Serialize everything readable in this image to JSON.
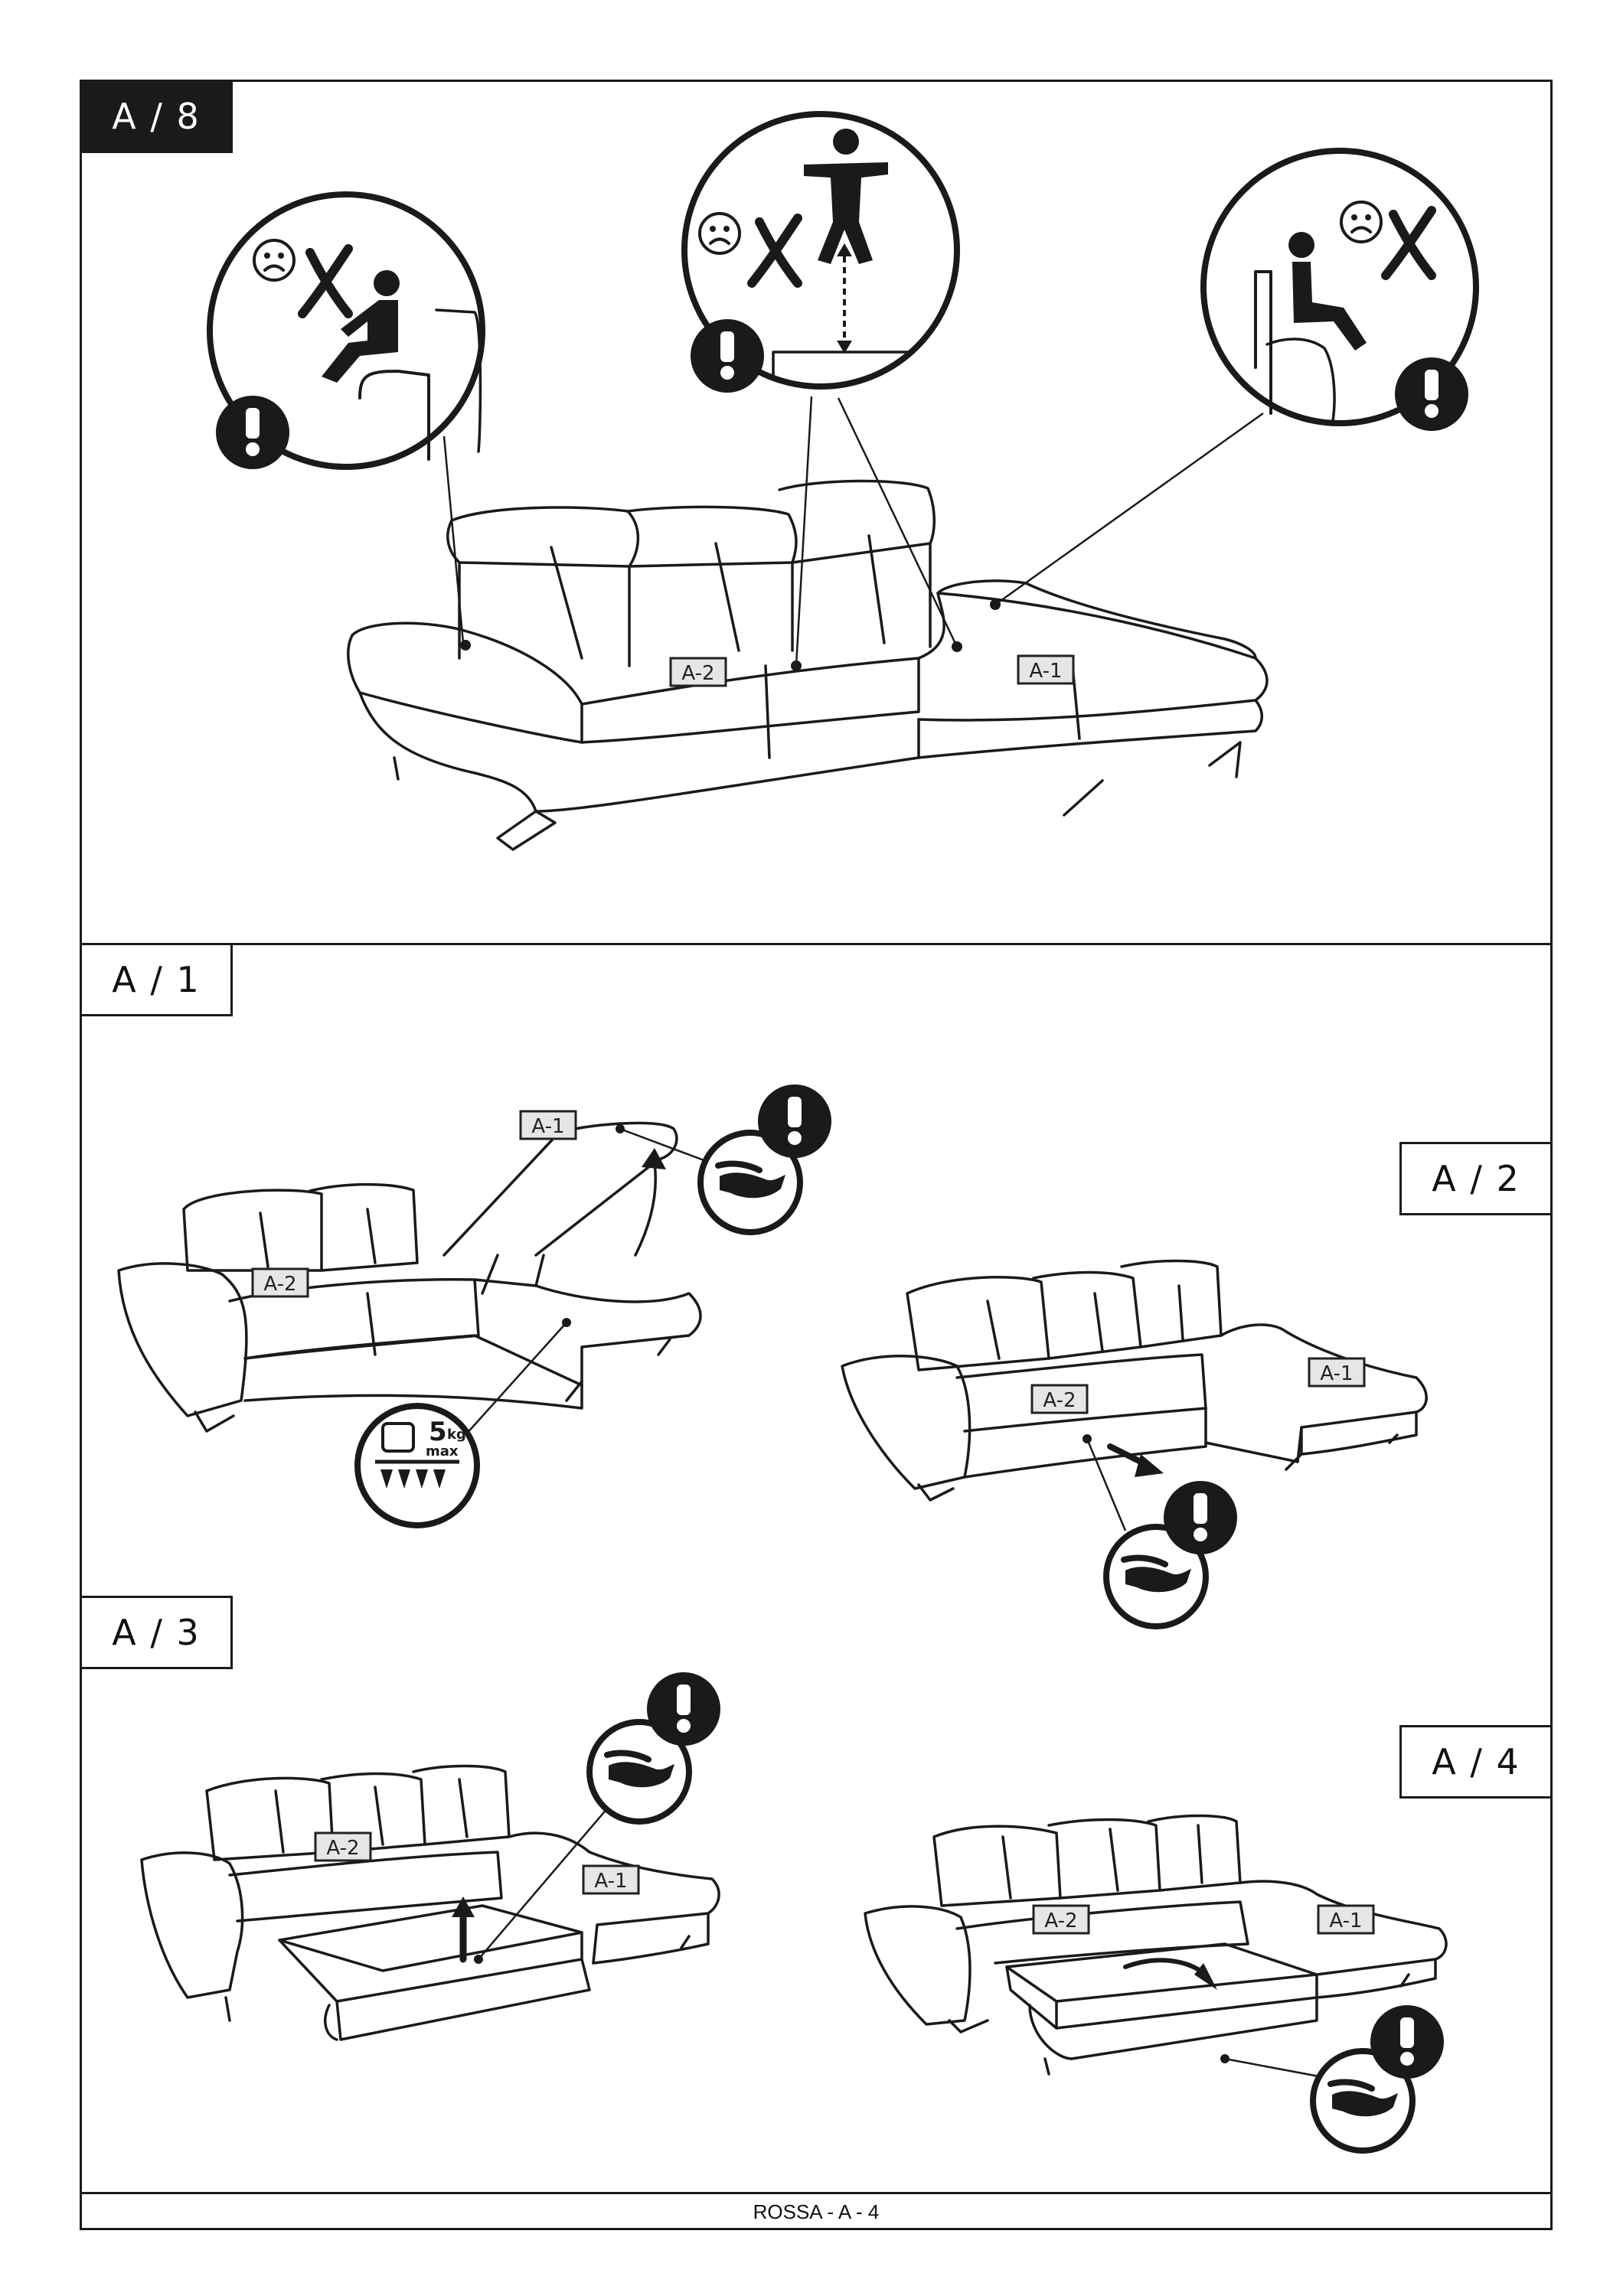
{
  "sections": {
    "a8": "A / 8",
    "a1": "A / 1",
    "a2": "A / 2",
    "a3": "A / 3",
    "a4": "A / 4"
  },
  "parts": {
    "a1": "A-1",
    "a2": "A-2"
  },
  "weight": {
    "value": "5",
    "unit": "kg",
    "note": "max"
  },
  "footer": "ROSSA - A - 4",
  "icons": [
    "warning-icon",
    "sad-face-icon",
    "cross-icon",
    "person-sitting-icon",
    "person-jumping-icon",
    "hand-icon",
    "weight-icon",
    "arrow-icon"
  ],
  "colors": {
    "ink": "#1a1a1a",
    "tag_fill": "#e6e6e6",
    "background": "#ffffff"
  }
}
